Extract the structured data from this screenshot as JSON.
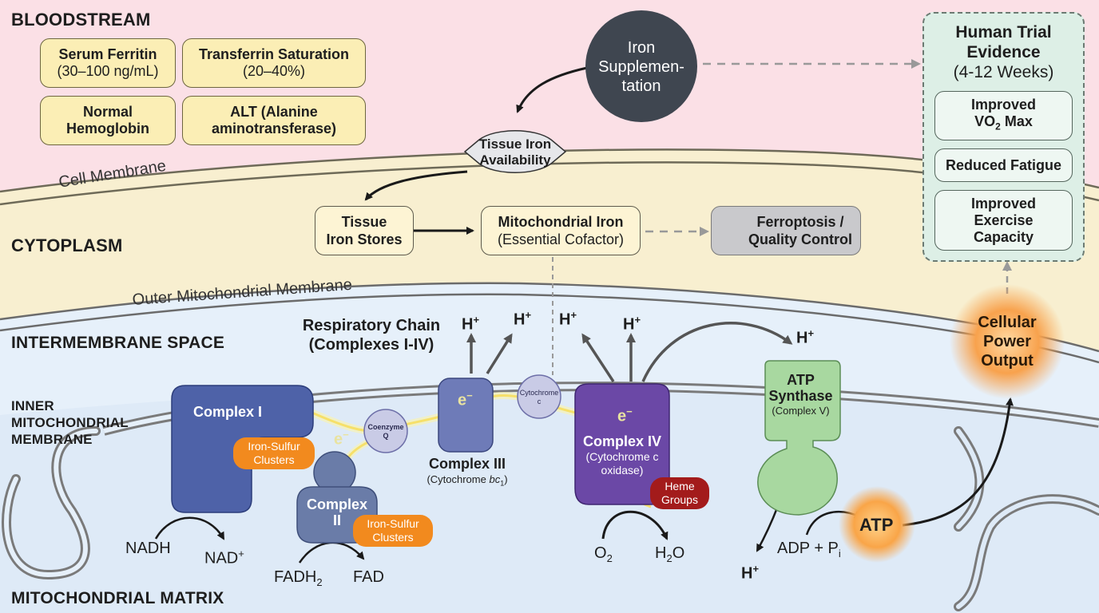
{
  "regions": {
    "bloodstream": "BLOODSTREAM",
    "cytoplasm": "CYTOPLASM",
    "intermembrane": "INTERMEMBRANE SPACE",
    "inner_membrane": [
      "INNER",
      "MITOCHONDRIAL",
      "MEMBRANE"
    ],
    "matrix": "MITOCHONDRIAL MATRIX"
  },
  "membranes": {
    "cell": "Cell Membrane",
    "outer": "Outer Mitochondrial Membrane"
  },
  "blood_markers": [
    {
      "title": "Serum Ferritin",
      "detail": "(30–100 ng/mL)"
    },
    {
      "title": "Transferrin Saturation",
      "detail": "(20–40%)"
    },
    {
      "title": "Normal",
      "detail": "Hemoglobin"
    },
    {
      "title": "ALT (Alanine",
      "detail": "aminotransferase)"
    }
  ],
  "iron_supplementation": [
    "Iron",
    "Supplemen-",
    "tation"
  ],
  "tissue_iron_availability": [
    "Tissue Iron",
    "Availability"
  ],
  "tissue_iron_stores": [
    "Tissue",
    "Iron Stores"
  ],
  "mitochondrial_iron": {
    "title": "Mitochondrial Iron",
    "detail": "(Essential Cofactor)"
  },
  "ferroptosis": [
    "Ferroptosis /",
    "Quality Control"
  ],
  "human_trial": {
    "title": [
      "Human Trial",
      "Evidence"
    ],
    "duration": "(4-12 Weeks)",
    "outcomes": [
      {
        "line1": "Improved",
        "line2_main": "VO",
        "line2_sub": "2",
        "line2_tail": " Max"
      },
      {
        "line1": "Reduced Fatigue"
      },
      {
        "line1": "Improved",
        "line2": "Exercise",
        "line3": "Capacity"
      }
    ]
  },
  "cellular_power": [
    "Cellular",
    "Power",
    "Output"
  ],
  "respiratory_chain": [
    "Respiratory Chain",
    "(Complexes I-IV)"
  ],
  "complex_i": "Complex I",
  "complex_ii": [
    "Complex",
    "II"
  ],
  "complex_iii": {
    "title": "Complex III",
    "detail_prefix": "(Cytochrome ",
    "detail_italic": "bc",
    "detail_sub": "1",
    "detail_suffix": ")"
  },
  "complex_iv": {
    "title": "Complex IV",
    "detail": [
      "(Cytochrome c",
      "oxidase)"
    ]
  },
  "atp_synthase": {
    "title": [
      "ATP",
      "Synthase"
    ],
    "detail": "(Complex V)"
  },
  "coenzyme_q": [
    "Coenzyme",
    "Q"
  ],
  "cytochrome_c": [
    "Cytochrome",
    "c"
  ],
  "iron_sulfur": [
    "Iron-Sulfur",
    "Clusters"
  ],
  "heme_groups": [
    "Heme",
    "Groups"
  ],
  "electron": {
    "e": "e",
    "sign": "−"
  },
  "proton": {
    "h": "H",
    "sign": "+"
  },
  "chemicals": {
    "nadh": "NADH",
    "nad": "NAD",
    "nad_sup": "+",
    "fadh": "FADH",
    "fadh_sub": "2",
    "fad": "FAD",
    "o2": "O",
    "o2_sub": "2",
    "h2o_h": "H",
    "h2o_sub": "2",
    "h2o_o": "O",
    "adp": "ADP + P",
    "adp_sub": "i",
    "atp": "ATP"
  },
  "colors": {
    "bloodstream_bg": "#fbe0e6",
    "cytoplasm_bg": "#f8efd0",
    "mito_bg": "#e6f0fa",
    "complex_i": "#4e62a8",
    "complex_ii": "#6a7ca8",
    "complex_iii": "#6e7bb8",
    "complex_iv": "#6b48a6",
    "atp_synthase": "#a8d8a0",
    "iron_sulfur": "#f28a1e",
    "heme": "#a31b1b",
    "supplement": "#3f4650",
    "power": "#f6a34a"
  }
}
